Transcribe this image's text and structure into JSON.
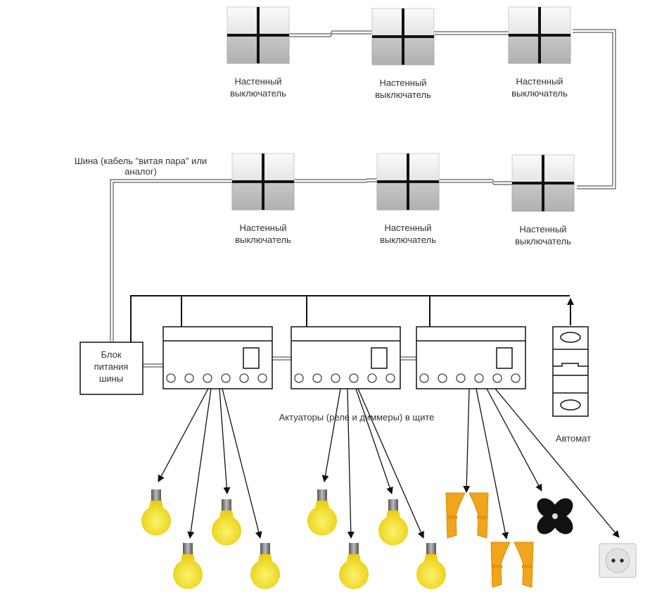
{
  "switches": {
    "label_line1": "Настенный",
    "label_line2": "выключатель",
    "count": 6
  },
  "bus": {
    "label_line1": "Шина (кабель \"витая пара\" или",
    "label_line2": "аналог)"
  },
  "power_supply": {
    "line1": "Блок",
    "line2": "питания",
    "line3": "шины"
  },
  "actuators": {
    "label": "Актуаторы (реле и диммеры) в щите",
    "count": 3
  },
  "breaker": {
    "label": "Автомат"
  },
  "loads": {
    "bulbs": 8,
    "curtains": 2,
    "fan": 1,
    "socket": 1
  },
  "colors": {
    "bulb": "#f2dc2a",
    "curtain": "#f0a51c",
    "line": "#111111",
    "switch_top": "#f4f4f4",
    "switch_bottom": "#bdbdbd"
  }
}
